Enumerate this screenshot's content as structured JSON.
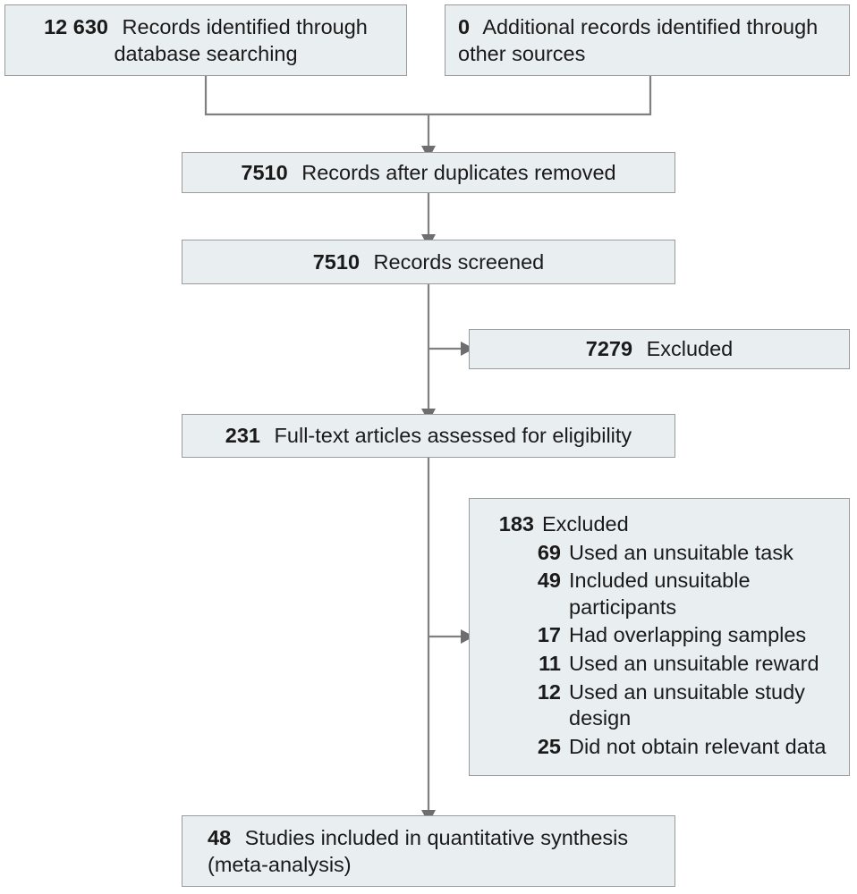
{
  "diagram": {
    "type": "prisma-flow-diagram",
    "colors": {
      "box_fill": "#e9eff0",
      "box_border": "#9b9b9b",
      "connector": "#808080",
      "text": "#1a1a1a"
    },
    "identification": {
      "database_records": {
        "count": "12 630",
        "label": "Records identified through database searching"
      },
      "other_records": {
        "count": "0",
        "label": "Additional records identified through other sources"
      }
    },
    "screening": {
      "after_duplicates": {
        "count": "7510",
        "label": "Records after duplicates removed"
      },
      "screened": {
        "count": "7510",
        "label": "Records screened"
      },
      "screened_excluded": {
        "count": "7279",
        "label": "Excluded"
      }
    },
    "eligibility": {
      "full_text_assessed": {
        "count": "231",
        "label": "Full-text articles assessed for eligibility"
      },
      "full_text_excluded": {
        "count": "183",
        "label": "Excluded",
        "reasons": [
          {
            "count": "69",
            "label": "Used an unsuitable task"
          },
          {
            "count": "49",
            "label": "Included unsuitable participants"
          },
          {
            "count": "17",
            "label": "Had overlapping samples"
          },
          {
            "count": "11",
            "label": "Used an unsuitable reward"
          },
          {
            "count": "12",
            "label": "Used an unsuitable study design"
          },
          {
            "count": "25",
            "label": "Did not obtain relevant data"
          }
        ]
      }
    },
    "included": {
      "quantitative_synthesis": {
        "count": "48",
        "label": "Studies included in quantitative synthesis (meta-analysis)"
      }
    }
  }
}
